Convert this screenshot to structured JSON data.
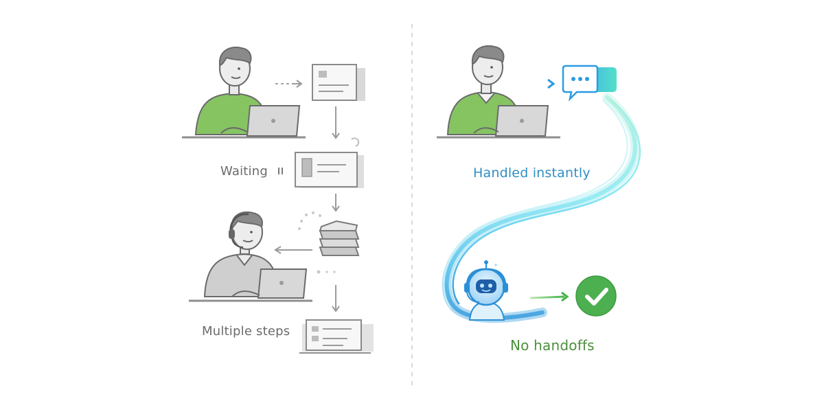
{
  "left_panel": {
    "waiting_label": "Waiting",
    "multiple_steps_label": "Multiple steps"
  },
  "right_panel": {
    "handled_label": "Handled instantly",
    "no_handoffs_label": "No handoffs"
  },
  "colors": {
    "divider": "#d9d9d9",
    "gray_line": "#8e8e8e",
    "green_shirt": "#7fbf5a",
    "blue_accent": "#3aa6e0",
    "teal_accent": "#45d9c4",
    "check_green": "#4caf50",
    "label_gray": "#6b6b6b",
    "label_blue": "#2f8fc4",
    "label_green": "#4a8f3a"
  },
  "icons": [
    "ellipsis-icon",
    "pause-icon",
    "check-icon",
    "spinner-icon",
    "robot-icon",
    "headset-icon"
  ]
}
